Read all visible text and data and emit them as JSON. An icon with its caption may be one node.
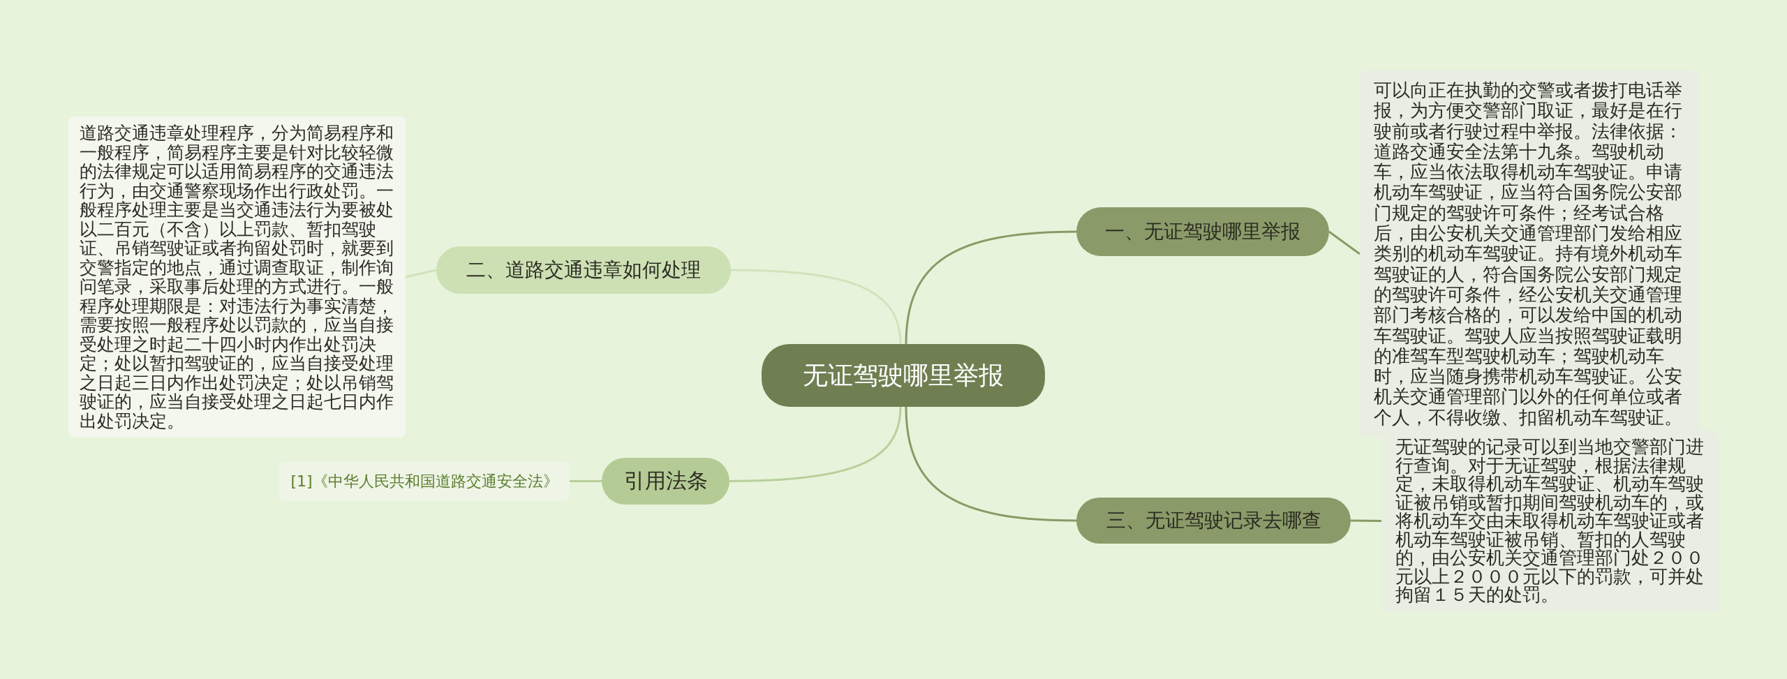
{
  "diagram": {
    "nodes": [
      {
        "text": [
          "无证驾驶哪里举报"
        ]
      },
      {
        "text": [
          "一、无证驾驶哪里举报"
        ]
      },
      {
        "text": [
          "可以向正在执勤的交警或者拨打电话举报，为方便交警部门取证，最好是在行驶前或者行驶过程中举报。法律依据：道路交通安全法第十九条。驾驶机动车，应当依法取得机动车驾驶证。申请机动车驾驶证，应当符合国务院公安部门规定的驾驶许可条件；经考试合格后，由公安机关交通管理部门发给相应类别的机动车驾驶证。持有境外机动车驾驶证的人，符合国务院公安部门规定的驾驶许可条件，经公安机关交通管理部门考核合格的，可以发给中国的机动车驾驶证。驾驶人应当按照驾驶证载明的准驾车型驾驶机动车；驾驶机动车时，应当随身携带机动车驾驶证。公安机关交通管理部门以外的任何单位或者个人，不得收缴、扣留机动车驾驶证。"
        ]
      },
      {
        "text": [
          "三、无证驾驶记录去哪查"
        ]
      },
      {
        "text": [
          "无证驾驶的记录可以到当地交警部门进行查询。对于无证驾驶，根据法律规定，未取得机动车驾驶证、机动车驾驶证被吊销或暂扣期间驾驶机动车的，或将机动车交由未取得机动车驾驶证或者机动车驾驶证被吊销、暂扣的人驾驶的，由公安机关交通管理部门处２００元以上２０００元以下的罚款，可并处拘留１５天的处罚。"
        ]
      },
      {
        "text": [
          "二、道路交通违章如何处理"
        ]
      },
      {
        "text": [
          "道路交通违章处理程序，分为简易程序和一般程序，简易程序主要是针对比较轻微的法律规定可以适用简易程序的交通违法行为，由交通警察现场作出行政处罚。一般程序处理主要是当交通违法行为要被处以二百元（不含）以上罚款、暂扣驾驶证、吊销驾驶证或者拘留处罚时，就要到交警指定的地点，通过调查取证，制作询问笔录，采取事后处理的方式进行。一般程序处理期限是：对违法行为事实清楚，需要按照一般程序处以罚款的，应当自接受处理之时起二十四小时内作出处罚决定；处以暂扣驾驶证的，应当自接受处理之日起三日内作出处罚决定；处以吊销驾驶证的，应当自接受处理之日起七日内作出处罚决定。"
        ]
      },
      {
        "text": [
          "引用法条"
        ]
      },
      {
        "text": [
          "[1]《中华人民共和国道路交通安全法》"
        ]
      }
    ],
    "edges": [
      {
        "from": 0,
        "to": 1,
        "arrow": "none"
      },
      {
        "from": 1,
        "to": 2,
        "arrow": "none"
      },
      {
        "from": 0,
        "to": 3,
        "arrow": "none"
      },
      {
        "from": 3,
        "to": 4,
        "arrow": "none"
      },
      {
        "from": 0,
        "to": 5,
        "arrow": "none",
        "color": "#d2e3bc"
      },
      {
        "from": 5,
        "to": 6,
        "arrow": "none",
        "color": "#d2e3bc"
      },
      {
        "from": 0,
        "to": 7,
        "arrow": "none",
        "color": "#b8cf9a"
      },
      {
        "from": 7,
        "to": 8,
        "arrow": "none",
        "color": "#b8cf9a"
      }
    ]
  }
}
